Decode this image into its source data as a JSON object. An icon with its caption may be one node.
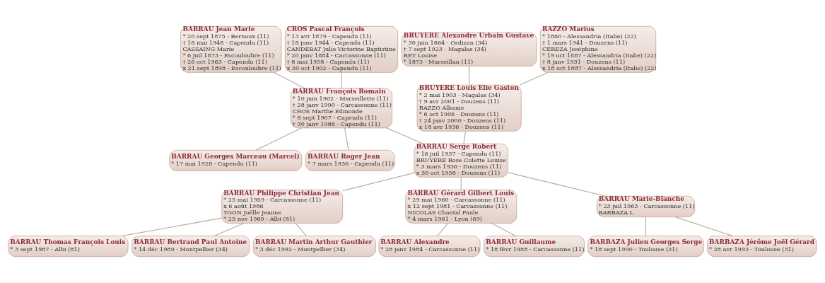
{
  "diagram": {
    "nodes": [
      {
        "text": [
          "BARRAU Jean Marie",
          "* 20 sept 1875 - Bernoux (11)",
          "† 18 mai 1948 - Capendu (11)",
          "CASSAING Marie",
          "* 6 juil 1873 - Escouloubre (11)",
          "† 26 oct 1963 - Capendu (11)",
          "x 21 sept 1898 - Escouloubre (11)"
        ]
      },
      {
        "text": [
          "CROS Pascal François",
          "* 13 avr 1879 - Capendu (11)",
          "† 18 janv 1944 - Capendu (11)",
          "CANDEBAT Julie Victorine Baptistine",
          "* 20 janv 1884 - Carcassonne (11)",
          "† 8 mai 1958 - Capendu (11)",
          "x 30 oct 1902 - Capendu (11)"
        ]
      },
      {
        "text": [
          "BRUYERE Alexandre Urbain Gustave",
          "* 30 juin 1864 - Ordizan (34)",
          "† 7 sept 1923 - Magalas (34)",
          "REY Louise",
          "* 1873 - Marseillan (11)"
        ]
      },
      {
        "text": [
          "RAZZO Marius",
          "* 1860 - Alessandria (Italie) (22)",
          "† 1 mars 1941 - Douzens (11)",
          "CEREZA Joséphine",
          "* 19 oct 1867 - Alessandria (Italie) (22)",
          "† 8 janv 1931 - Douzens (11)",
          "x 18 oct 1887 - Alessandria (Italie) (22)"
        ]
      },
      {
        "text": [
          "BARRAU François Romain",
          "* 10 juin 1902 - Marseillette (11)",
          "† 28 janv 1990 - Carcassonne (11)",
          "CROS Marthe Edmonde",
          "* 8 sept 1907 - Capendu (11)",
          "† 30 janv 1986 - Capendu (11)"
        ]
      },
      {
        "text": [
          "BRUYERE Louis Elie Gaston",
          "* 2 mai 1903 - Magalas (34)",
          "† 9 avr 2001 - Douzens (11)",
          "RAZZO Albanie",
          "* 6 oct 1906 - Douzens (11)",
          "† 24 janv 2000 - Douzens (11)",
          "x 18 avr 1936 - Douzens (11)"
        ]
      },
      {
        "text": [
          "BARRAU Georges Marceau (Marcel)",
          "* 17 mai 1928 - Capendu (11)"
        ]
      },
      {
        "text": [
          "BARRAU Roger Jean",
          "* 7 mars 1930 - Capendu (11)"
        ]
      },
      {
        "text": [
          "BARRAU Serge Robert",
          "* 16 juil 1937 - Capendu (11)",
          "BRUYERE Rose Colette Louise",
          "* 3 mars 1936 - Douzens (11)",
          "x 30 oct 1958 - Douzens (11)"
        ]
      },
      {
        "text": [
          "BARRAU Philippe Christian Jean",
          "* 25 mai 1959 - Carcassonne (11)",
          "x 6 août 1986",
          "YGON Joëlle Jeanne",
          "* 25 nov 1960 - Albi (81)"
        ]
      },
      {
        "text": [
          "BARRAU Gérard Gilbert Louis",
          "* 29 mai 1960 - Carcassonne (11)",
          "x 12 sept 1981 - Carcassonne (11)",
          "NICOLAS Chantal Paule",
          "* 4 mars 1961 - Lyon (69)"
        ]
      },
      {
        "text": [
          "BARRAU Marie-Blanche",
          "* 23 juil 1963 - Carcassonne (11)",
          "BARBAZA L"
        ]
      },
      {
        "text": [
          "BARRAU Thomas François Louis",
          "* 3 sept 1987 - Albi (81)"
        ]
      },
      {
        "text": [
          "BARRAU Bertrand Paul Antoine",
          "* 14 déc 1989 - Montpellier (34)"
        ]
      },
      {
        "text": [
          "BARRAU Martin Arthur Gauthier",
          "* 3 déc 1992 - Montpellier (34)"
        ]
      },
      {
        "text": [
          "BARRAU Alexandre",
          "* 28 janv 1984 - Carcassonne (11)"
        ]
      },
      {
        "text": [
          "BARRAU Guillaume",
          "* 18 févr 1988 - Carcassonne (11)"
        ]
      },
      {
        "text": [
          "BARBAZA Julien Georges Serge",
          "* 18 sept 1990 - Toulouse (31)"
        ]
      },
      {
        "text": [
          "BARBAZA Jérôme Joël Gérard",
          "* 28 avr 1993 - Toulouse (31)"
        ]
      }
    ],
    "edges": [
      {
        "from": 0,
        "to": 4,
        "arrow": "none"
      },
      {
        "from": 1,
        "to": 4,
        "arrow": "none"
      },
      {
        "from": 2,
        "to": 5,
        "arrow": "none"
      },
      {
        "from": 3,
        "to": 5,
        "arrow": "none"
      },
      {
        "from": 4,
        "to": 6,
        "arrow": "none"
      },
      {
        "from": 4,
        "to": 7,
        "arrow": "none"
      },
      {
        "from": 4,
        "to": 8,
        "arrow": "none"
      },
      {
        "from": 5,
        "to": 8,
        "arrow": "none"
      },
      {
        "from": 8,
        "to": 9,
        "arrow": "none"
      },
      {
        "from": 8,
        "to": 10,
        "arrow": "none"
      },
      {
        "from": 8,
        "to": 11,
        "arrow": "none"
      },
      {
        "from": 9,
        "to": 12,
        "arrow": "none"
      },
      {
        "from": 9,
        "to": 13,
        "arrow": "none"
      },
      {
        "from": 9,
        "to": 14,
        "arrow": "none"
      },
      {
        "from": 10,
        "to": 15,
        "arrow": "none"
      },
      {
        "from": 10,
        "to": 16,
        "arrow": "none"
      },
      {
        "from": 11,
        "to": 17,
        "arrow": "none"
      },
      {
        "from": 11,
        "to": 18,
        "arrow": "none"
      }
    ]
  }
}
